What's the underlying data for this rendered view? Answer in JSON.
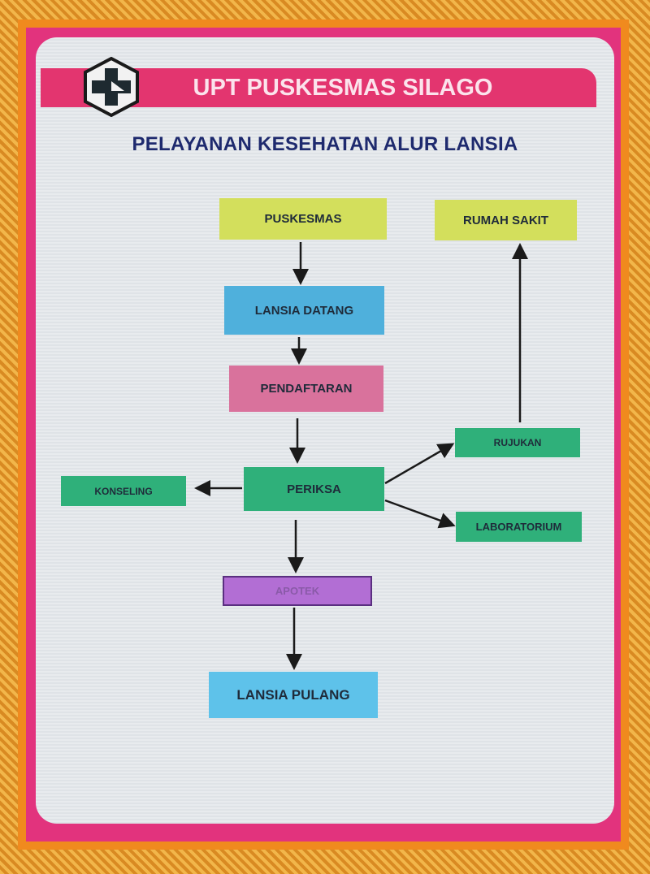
{
  "header": {
    "title": "UPT PUSKESMAS SILAGO",
    "subtitle": "PELAYANAN KESEHATAN ALUR LANSIA"
  },
  "logo": {
    "icon": "puskesmas-cross-logo"
  },
  "flow": {
    "nodes": {
      "puskesmas": {
        "label": "PUSKESMAS",
        "color": "#d3df5c"
      },
      "rumah_sakit": {
        "label": "RUMAH SAKIT",
        "color": "#d3df5c"
      },
      "lansia_datang": {
        "label": "LANSIA DATANG",
        "color": "#4fb0dc"
      },
      "pendaftaran": {
        "label": "PENDAFTARAN",
        "color": "#d9729c"
      },
      "periksa": {
        "label": "PERIKSA",
        "color": "#2fb07a"
      },
      "konseling": {
        "label": "KONSELING",
        "color": "#2fb07a"
      },
      "rujukan": {
        "label": "RUJUKAN",
        "color": "#2fb07a"
      },
      "laboratorium": {
        "label": "LABORATORIUM",
        "color": "#2fb07a"
      },
      "apotek": {
        "label": "APOTEK",
        "color": "#b26ed4"
      },
      "lansia_pulang": {
        "label": "LANSIA PULANG",
        "color": "#5ec2ea"
      }
    },
    "edges": [
      [
        "puskesmas",
        "lansia_datang"
      ],
      [
        "lansia_datang",
        "pendaftaran"
      ],
      [
        "pendaftaran",
        "periksa"
      ],
      [
        "periksa",
        "konseling"
      ],
      [
        "periksa",
        "rujukan"
      ],
      [
        "periksa",
        "laboratorium"
      ],
      [
        "rujukan",
        "rumah_sakit"
      ],
      [
        "periksa",
        "apotek"
      ],
      [
        "apotek",
        "lansia_pulang"
      ]
    ]
  }
}
